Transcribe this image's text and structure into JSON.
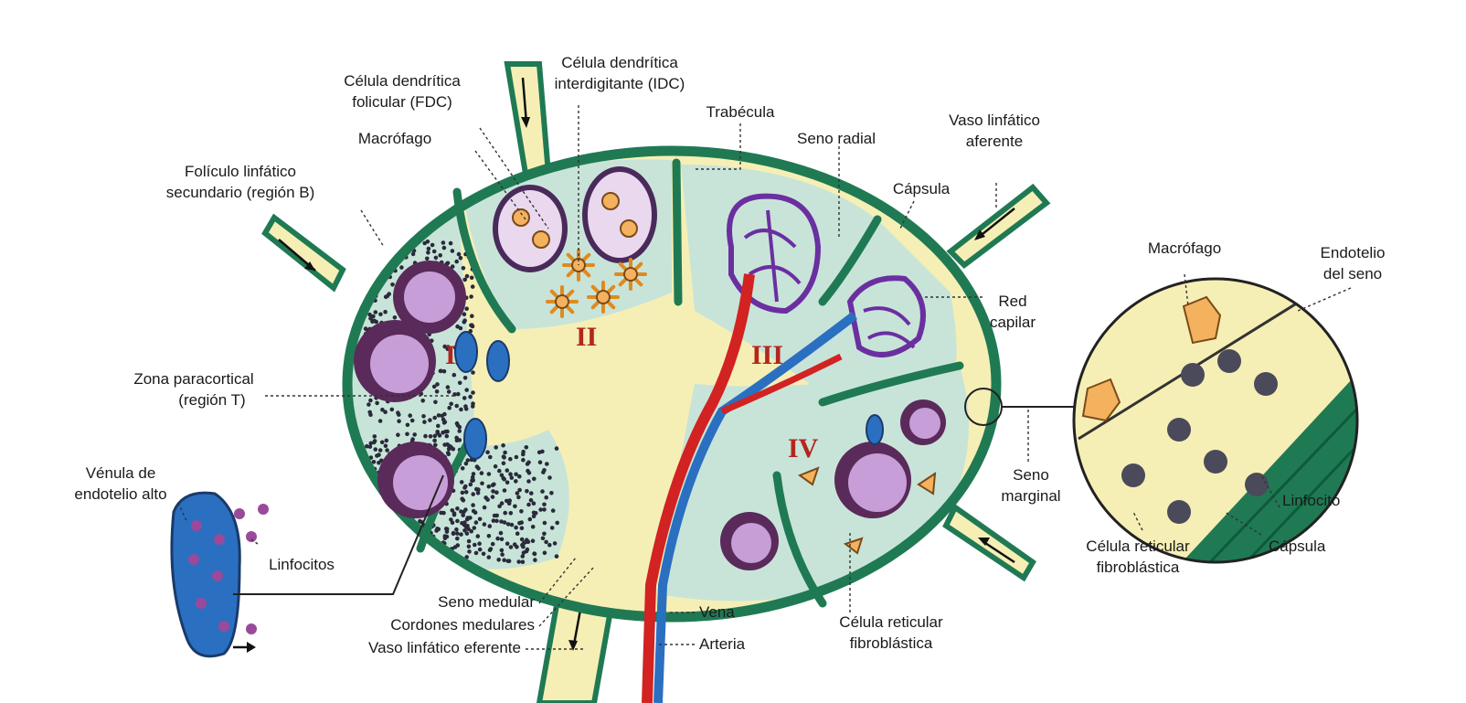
{
  "labels": {
    "fdc": [
      "Célula dendrítica",
      "folicular (FDC)"
    ],
    "idc": [
      "Célula dendrítica",
      "interdigitante (IDC)"
    ],
    "trabecula": "Trabécula",
    "seno_radial": "Seno radial",
    "vaso_aferente": [
      "Vaso linfático",
      "aferente"
    ],
    "capsula_main": "Cápsula",
    "macrofago_main": "Macrófago",
    "foliculo": [
      "Folículo linfático",
      "secundario (región B)"
    ],
    "red_capilar": [
      "Red",
      "capilar"
    ],
    "zona_paracortical": [
      "Zona paracortical",
      "(región T)"
    ],
    "venula": [
      "Vénula de",
      "endotelio alto"
    ],
    "linfocitos": "Linfocitos",
    "seno_medular": "Seno medular",
    "cordones": "Cordones medulares",
    "vaso_eferente": "Vaso linfático eferente",
    "vena": "Vena",
    "arteria": "Arteria",
    "celula_reticular_main": [
      "Célula reticular",
      "fibroblástica"
    ],
    "seno_marginal": [
      "Seno",
      "marginal"
    ],
    "macrofago_inset": "Macrófago",
    "endotelio_seno": [
      "Endotelio",
      "del seno"
    ],
    "linfocito_inset": "Linfocito",
    "capsula_inset": "Cápsula",
    "celula_reticular_inset": [
      "Célula reticular",
      "fibroblástica"
    ],
    "regions": [
      "I",
      "II",
      "III",
      "IV"
    ]
  },
  "colors": {
    "capsule": "#1f7a54",
    "sinus": "#f6efb5",
    "cortex": "#cfe6dc",
    "follicle": "#c79ed8",
    "vein": "#2b6fc1",
    "artery": "#d22222",
    "macrophage": "#f4b25e"
  }
}
